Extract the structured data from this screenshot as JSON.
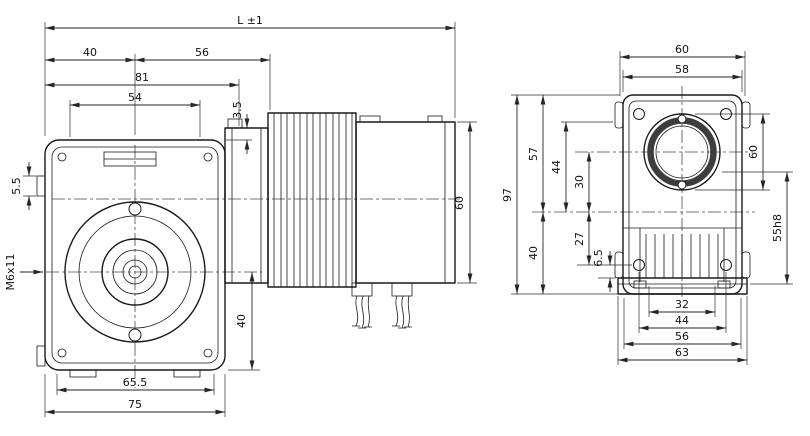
{
  "style": {
    "background": "#ffffff",
    "object_line_color": "#1a1a1a",
    "dimension_color": "#262626"
  },
  "left_view": {
    "dims": {
      "overall_length": "L ±1",
      "top_40": "40",
      "top_56": "56",
      "width_81": "81",
      "width_54": "54",
      "offset_3_5": "3.5",
      "tab_5_5": "5.5",
      "thread_callout": "M6x11",
      "motor_height_60": "60",
      "axis_to_base_40": "40",
      "bottom_65_5": "65.5",
      "bottom_75": "75"
    }
  },
  "right_view": {
    "dims": {
      "top_60": "60",
      "top_58": "58",
      "height_97": "97",
      "height_57": "57",
      "height_44": "44",
      "center_30": "30",
      "center_27": "27",
      "base_40": "40",
      "foot_6_5": "6.5",
      "boss_60": "60",
      "spigot_55h8": "55h8",
      "bottom_32": "32",
      "bottom_44": "44",
      "bottom_56": "56",
      "bottom_63": "63"
    }
  }
}
